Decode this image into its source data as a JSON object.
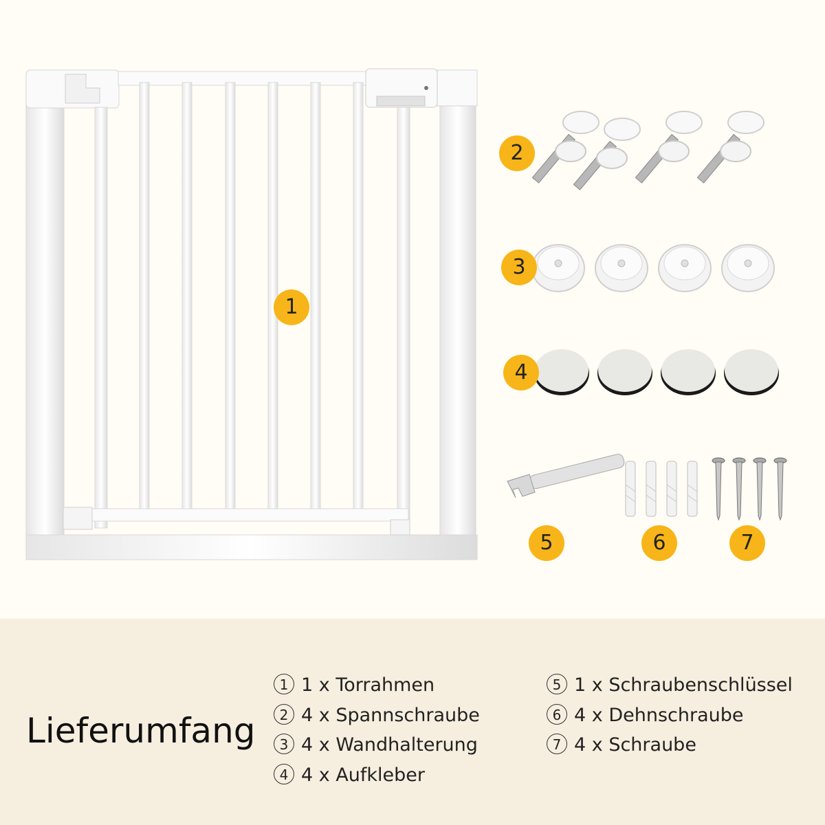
{
  "colors": {
    "badge": "#f7b519",
    "gate": "#ffffff",
    "background_top": "#fffdf5",
    "background_bottom": "#f6eedf"
  },
  "badges": [
    "1",
    "2",
    "3",
    "4",
    "5",
    "6",
    "7"
  ],
  "list": {
    "title": "Lieferumfang",
    "items": [
      {
        "num": "1",
        "text": "1 x Torrahmen"
      },
      {
        "num": "2",
        "text": "4 x Spannschraube"
      },
      {
        "num": "3",
        "text": "4 x Wandhalterung"
      },
      {
        "num": "4",
        "text": "4 x Aufkleber"
      },
      {
        "num": "5",
        "text": "1 x Schraubenschlüssel"
      },
      {
        "num": "6",
        "text": "4 x Dehnschraube"
      },
      {
        "num": "7",
        "text": "4 x Schraube"
      }
    ]
  }
}
